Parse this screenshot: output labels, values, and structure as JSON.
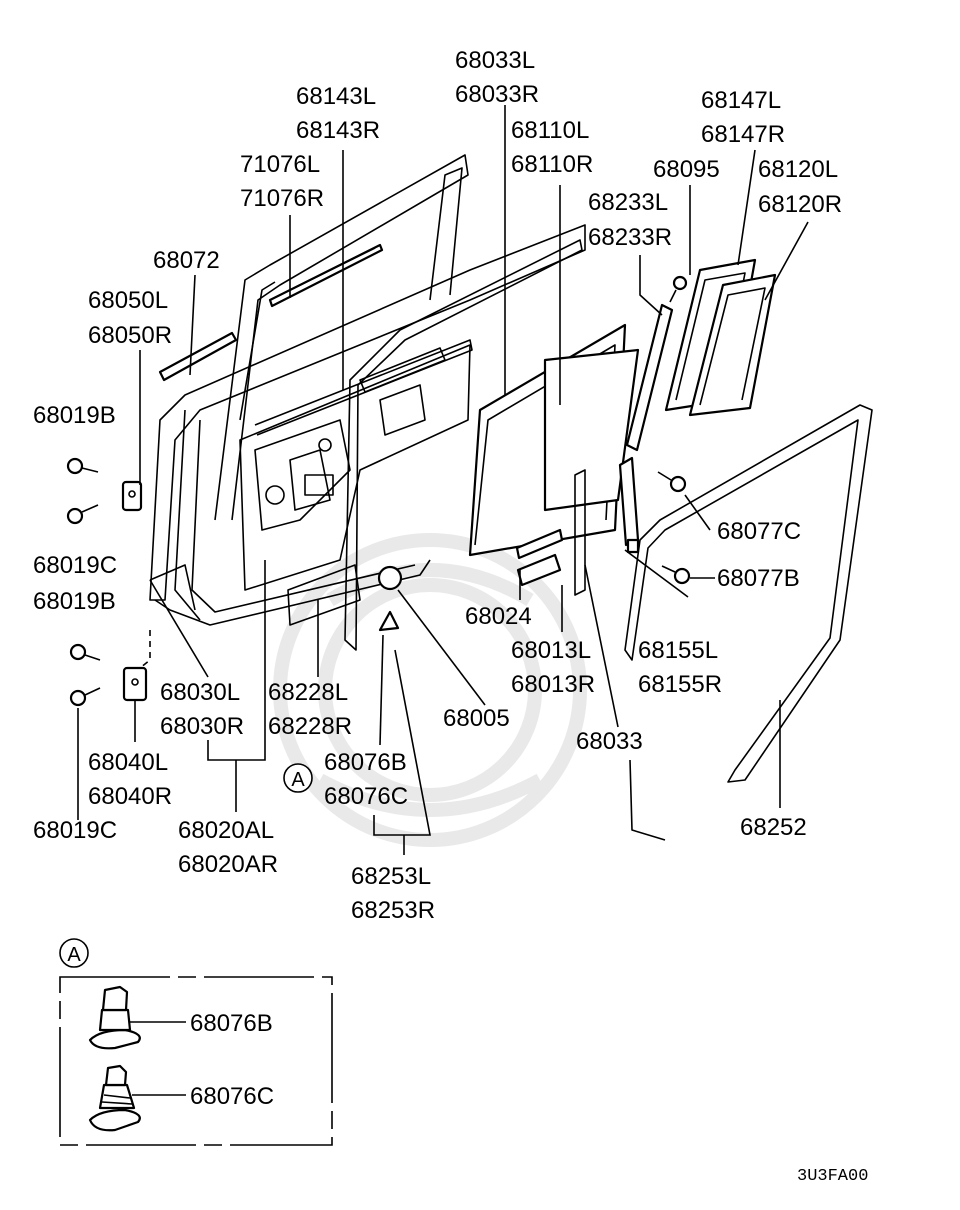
{
  "labels": {
    "p68033L": "68033L",
    "p68033R": "68033R",
    "p68143L": "68143L",
    "p68143R": "68143R",
    "p68110L": "68110L",
    "p68110R": "68110R",
    "p68147L": "68147L",
    "p68147R": "68147R",
    "p71076L": "71076L",
    "p71076R": "71076R",
    "p68095": "68095",
    "p68120L": "68120L",
    "p68120R": "68120R",
    "p68233L": "68233L",
    "p68233R": "68233R",
    "p68072": "68072",
    "p68050L": "68050L",
    "p68050R": "68050R",
    "p68019B_top": "68019B",
    "p68019C_mid": "68019C",
    "p68019B_low": "68019B",
    "p68019C_bot": "68019C",
    "p68077C": "68077C",
    "p68077B": "68077B",
    "p68024": "68024",
    "p68013L": "68013L",
    "p68013R": "68013R",
    "p68155L": "68155L",
    "p68155R": "68155R",
    "p68030L": "68030L",
    "p68030R": "68030R",
    "p68228L": "68228L",
    "p68228R": "68228R",
    "p68005": "68005",
    "p68033": "68033",
    "p68252": "68252",
    "p68040L": "68040L",
    "p68040R": "68040R",
    "p68076B": "68076B",
    "p68076C": "68076C",
    "p68020AL": "68020AL",
    "p68020AR": "68020AR",
    "p68253L": "68253L",
    "p68253R": "68253R",
    "callout_main": "A"
  },
  "inset": {
    "callout": "A",
    "clip_b": "68076B",
    "clip_c": "68076C"
  },
  "diagram_code": "3U3FA00"
}
